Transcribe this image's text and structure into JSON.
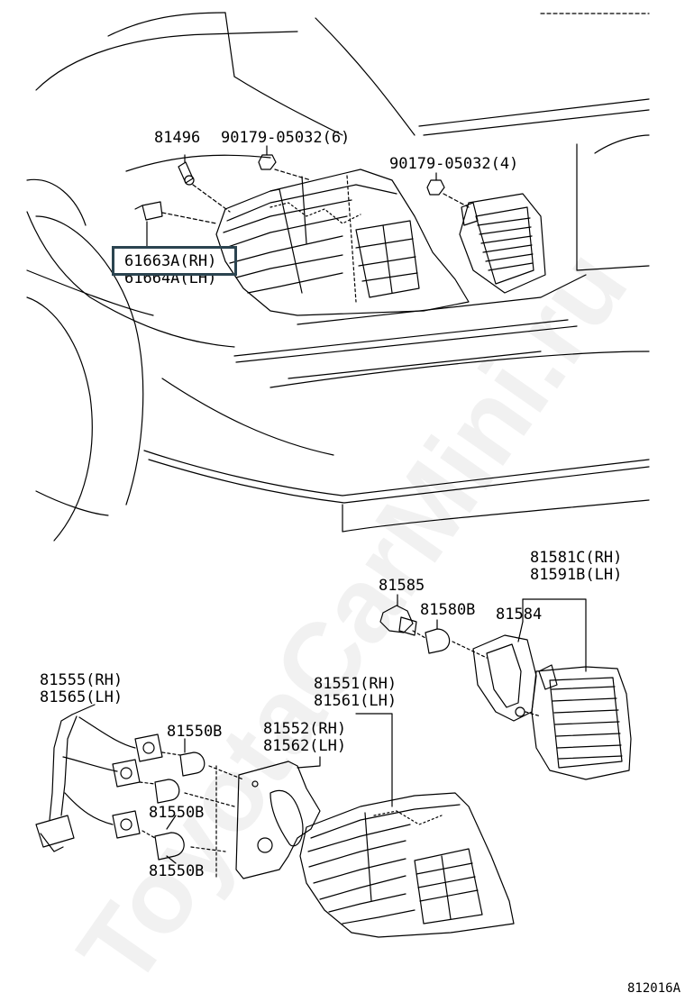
{
  "labels": {
    "p81496": "81496",
    "p90179_6": "90179-05032(6)",
    "p90179_4": "90179-05032(4)",
    "p61663a": "61663A(RH)",
    "p61664a": "61664A(LH)",
    "p81585": "81585",
    "p81580b": "81580B",
    "p81584": "81584",
    "p81581c": "81581C(RH)",
    "p81591b": "81591B(LH)",
    "p81555": "81555(RH)",
    "p81565": "81565(LH)",
    "p81551": "81551(RH)",
    "p81561": "81561(LH)",
    "p81552": "81552(RH)",
    "p81562": "81562(LH)",
    "p81550b_1": "81550B",
    "p81550b_2": "81550B",
    "p81550b_3": "81550B"
  },
  "diagram_id": "812016A",
  "watermark": "ToyotaCarMini.ru",
  "highlighted_part": "61663A(RH)",
  "colors": {
    "highlight_border": "#2b4450",
    "line": "#000000"
  }
}
